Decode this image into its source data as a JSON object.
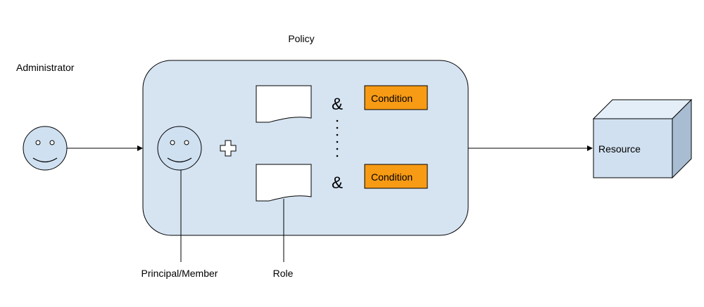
{
  "diagram": {
    "policy_label": "Policy",
    "administrator_label": "Administrator",
    "principal_label": "Principal/Member",
    "role_label": "Role",
    "resource_label": "Resource",
    "condition_1_label": "Condition",
    "condition_2_label": "Condition",
    "and_1": "&",
    "and_2": "&"
  },
  "colors": {
    "policy_fill": "#d6e4f2",
    "face_fill": "#cfe0f1",
    "condition_fill": "#f79a14",
    "cube_front": "#d0e0f0",
    "cube_top": "#e4eef8",
    "cube_side": "#a8bdd2"
  }
}
